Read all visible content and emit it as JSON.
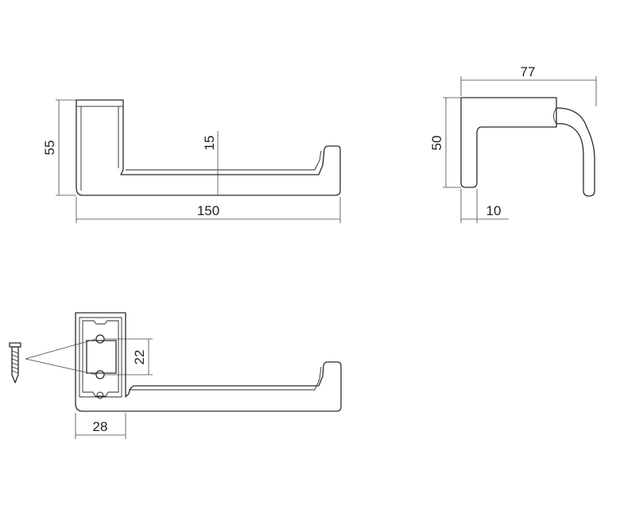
{
  "dimensions": {
    "height_front": "55",
    "bar_height": "15",
    "length": "150",
    "depth": "77",
    "height_side": "50",
    "wall_gap": "10",
    "hole_spacing": "22",
    "base_width": "28"
  }
}
